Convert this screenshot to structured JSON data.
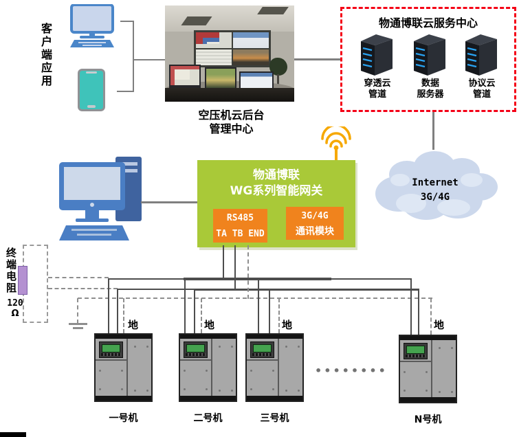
{
  "client": {
    "label": "客户端应用"
  },
  "control_room": {
    "caption_line1": "空压机云后台",
    "caption_line2": "管理中心"
  },
  "cloud_center": {
    "title": "物通博联云服务中心",
    "servers": [
      {
        "line1": "穿透云",
        "line2": "管道"
      },
      {
        "line1": "数据",
        "line2": "服务器"
      },
      {
        "line1": "协议云",
        "line2": "管道"
      }
    ]
  },
  "internet_cloud": {
    "line1": "Internet",
    "line2": "3G/4G"
  },
  "gateway": {
    "title_line1": "物通博联",
    "title_line2": "WG系列智能网关",
    "rs485": {
      "line1": "RS485",
      "line2": "TA TB END"
    },
    "comm_module": {
      "line1": "3G/4G",
      "line2": "通讯模块"
    }
  },
  "terminal_resistor": {
    "label": "终端电阻",
    "value": "120",
    "unit": "Ω"
  },
  "ground_label": "地",
  "machines": [
    {
      "name": "一号机"
    },
    {
      "name": "二号机"
    },
    {
      "name": "三号机"
    },
    {
      "name": "N号机"
    }
  ],
  "ellipsis": "••••••••",
  "colors": {
    "gateway_green": "#a9c938",
    "module_orange": "#f0831d",
    "wifi_orange": "#f6a800",
    "red_dashed_border": "#f40016",
    "cloud_blue": "#ccd8ec",
    "resistor_purple": "#b491d1",
    "icon_blue": "#4a7ec4",
    "phone_teal": "#3fc3ba",
    "server_led_blue": "#29a3f2"
  }
}
